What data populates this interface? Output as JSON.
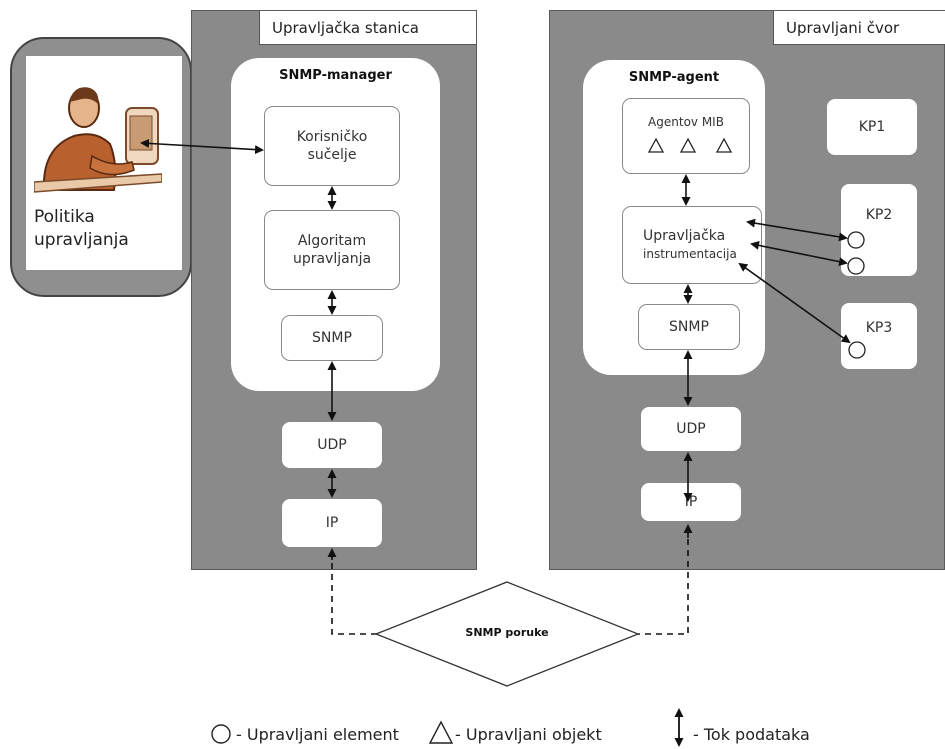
{
  "left_panel": {
    "tab_label": "Upravljačka stanica",
    "bubble_title": "SNMP-manager",
    "boxes": {
      "user_interface": "Korisničko sučelje",
      "algorithm": "Algoritam upravljanja",
      "snmp": "SNMP",
      "udp": "UDP",
      "ip": "IP"
    }
  },
  "policy": {
    "label": "Politika upravljanja"
  },
  "right_panel": {
    "tab_label": "Upravljani čvor",
    "bubble_title": "SNMP-agent",
    "boxes": {
      "mib": "Agentov MIB",
      "instrumentation_line1": "Upravljačka",
      "instrumentation_line2": "instrumentacija",
      "snmp": "SNMP",
      "udp": "UDP",
      "ip": "IP"
    },
    "kp": [
      "KP1",
      "KP2",
      "KP3"
    ]
  },
  "messages": {
    "label": "SNMP poruke"
  },
  "legend": {
    "element": "- Upravljani element",
    "object": "- Upravljani objekt",
    "flow": "- Tok podataka"
  }
}
